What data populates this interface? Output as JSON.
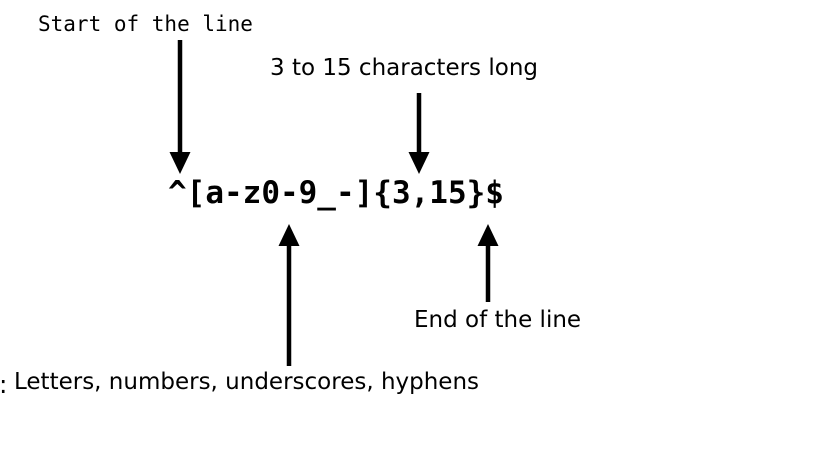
{
  "diagram": {
    "title_expression": "^[a-z0-9_-]{3,15}$",
    "background_color": "#ffffff",
    "stroke_color": "#000000",
    "annotations": [
      {
        "id": "start-of-line",
        "label": "Start of the line",
        "font": "mono",
        "direction": "down",
        "points_at": "^"
      },
      {
        "id": "length-range",
        "label": "3 to 15 characters long",
        "font": "sans",
        "direction": "down",
        "points_at": "{3,15}"
      },
      {
        "id": "character-class",
        "label": "Letters, numbers, underscores, hyphens",
        "font": "sans",
        "direction": "up",
        "points_at": "[a-z0-9_-]"
      },
      {
        "id": "end-of-line",
        "label": "End of the line",
        "font": "sans",
        "direction": "up",
        "points_at": "$"
      }
    ],
    "clipped_left_glyph": ":"
  }
}
